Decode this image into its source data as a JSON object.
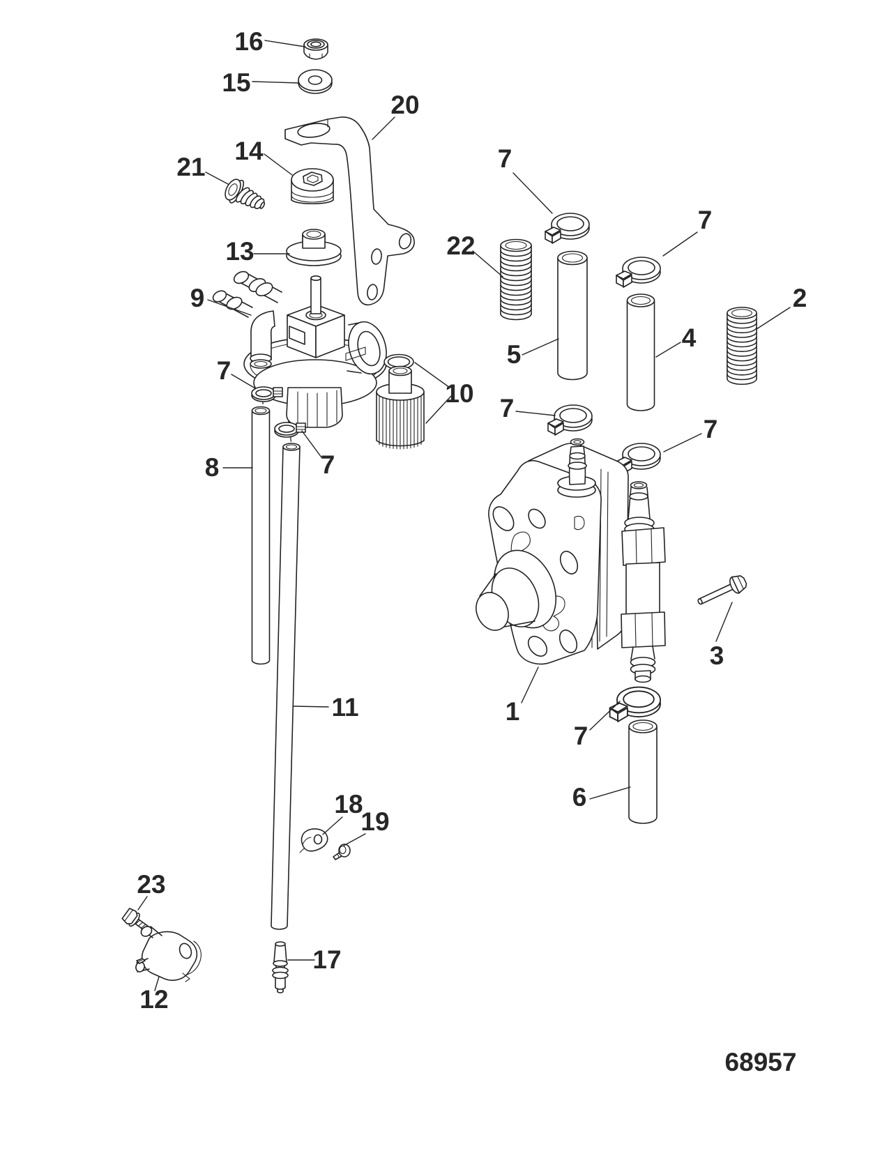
{
  "diagram": {
    "drawing_number": "68957",
    "callouts": [
      {
        "label": "16"
      },
      {
        "label": "15"
      },
      {
        "label": "20"
      },
      {
        "label": "14"
      },
      {
        "label": "21"
      },
      {
        "label": "13"
      },
      {
        "label": "9"
      },
      {
        "label": "22"
      },
      {
        "label": "7"
      },
      {
        "label": "7"
      },
      {
        "label": "5"
      },
      {
        "label": "4"
      },
      {
        "label": "2"
      },
      {
        "label": "10"
      },
      {
        "label": "7"
      },
      {
        "label": "7"
      },
      {
        "label": "8"
      },
      {
        "label": "7"
      },
      {
        "label": "7"
      },
      {
        "label": "1"
      },
      {
        "label": "3"
      },
      {
        "label": "7"
      },
      {
        "label": "6"
      },
      {
        "label": "11"
      },
      {
        "label": "18"
      },
      {
        "label": "19"
      },
      {
        "label": "23"
      },
      {
        "label": "12"
      },
      {
        "label": "17"
      }
    ]
  }
}
